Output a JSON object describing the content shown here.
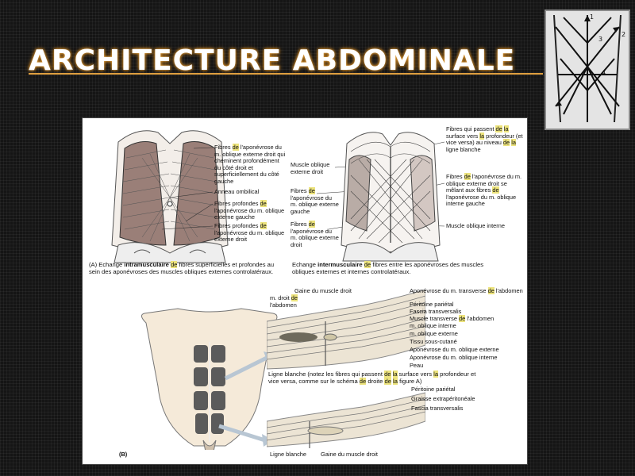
{
  "slide": {
    "title": "ARCHITECTURE ABDOMINALE",
    "accent_color": "#e0a040",
    "background_color": "#151515"
  },
  "thumbnail": {
    "numbers": [
      "1",
      "2",
      "3",
      "4"
    ]
  },
  "figure": {
    "panel_a_left": {
      "labels": [
        [
          "Fibres ",
          {
            "hl": "de"
          },
          " l'aponévrose du m. oblique externe droit qui cheminent profondément du côté droit et superficiellement du côté gauche"
        ],
        [
          "Anneau ombilical"
        ],
        [
          "Fibres profondes ",
          {
            "hl": "de"
          },
          " l'aponévrose du m. oblique externe gauche"
        ],
        [
          "Fibres profondes ",
          {
            "hl": "de"
          },
          " l'aponévrose du m. oblique externe droit"
        ]
      ],
      "caption": {
        "letter": "(A)",
        "before": "Echange ",
        "bold": "intramusculaire",
        "middle": " ",
        "hl": "de",
        "after": " fibres superficielles et profondes au sein des aponévroses des muscles obliques externes controlatéraux."
      }
    },
    "panel_a_right": {
      "labels_left": [
        [
          "Muscle oblique externe droit"
        ],
        [
          "Fibres ",
          {
            "hl": "de"
          },
          " l'aponévrose du m. oblique externe gauche"
        ],
        [
          "Fibres ",
          {
            "hl": "de"
          },
          " l'aponévrose du m. oblique externe droit"
        ]
      ],
      "labels_right": [
        [
          "Fibres qui passent ",
          {
            "hl": "de"
          },
          " ",
          {
            "hl": "la"
          },
          " surface vers ",
          {
            "hl": "la"
          },
          " profondeur (et vice versa) au niveau ",
          {
            "hl": "de"
          },
          " ",
          {
            "hl": "la"
          },
          " ligne blanche"
        ],
        [
          "Fibres ",
          {
            "hl": "de"
          },
          " l'aponévrose du m. oblique externe droit se mêlant aux fibres ",
          {
            "hl": "de"
          },
          " l'aponévrose du m. oblique interne gauche"
        ],
        [
          "Muscle oblique interne"
        ]
      ],
      "caption": {
        "before": "Echange ",
        "bold": "intermusculaire",
        "middle": " ",
        "hl": "de",
        "after": " fibres entre les aponévroses des muscles obliques externes et internes controlatéraux."
      }
    },
    "panel_b": {
      "letter": "(B)",
      "upper_left_labels": [
        [
          "Gaine du muscle droit"
        ],
        [
          "m. droit ",
          {
            "hl": "de"
          },
          " l'abdomen"
        ]
      ],
      "upper_right_labels": [
        [
          "Aponévrose du m. transverse ",
          {
            "hl": "de"
          },
          " l'abdomen"
        ],
        [
          "Péritoine pariétal"
        ],
        [
          "Fascia transversalis"
        ],
        [
          "Muscle transverse ",
          {
            "hl": "de"
          },
          " l'abdomen"
        ],
        [
          "m. oblique interne"
        ],
        [
          "m. oblique externe"
        ],
        [
          "Tissu sous-cutané"
        ],
        [
          "Aponévrose du m. oblique externe"
        ],
        [
          "Aponévrose du m. oblique interne"
        ],
        [
          "Peau"
        ]
      ],
      "upper_caption": [
        "Ligne blanche (notez les fibres qui passent ",
        {
          "hl": "de"
        },
        " ",
        {
          "hl": "la"
        },
        " surface vers ",
        {
          "hl": "la"
        },
        " profondeur et vice versa, comme sur le schéma ",
        {
          "hl": "de"
        },
        " droite ",
        {
          "hl": "de"
        },
        " ",
        {
          "hl": "la"
        },
        " figure A)"
      ],
      "lower_right_labels": [
        [
          "Péritoine pariétal"
        ],
        [
          "Graisse extrapéritonéale"
        ],
        [
          "Fascia transversalis"
        ]
      ],
      "lower_bottom_labels": [
        [
          "Ligne blanche"
        ],
        [
          "Gaine du muscle droit"
        ]
      ]
    }
  }
}
